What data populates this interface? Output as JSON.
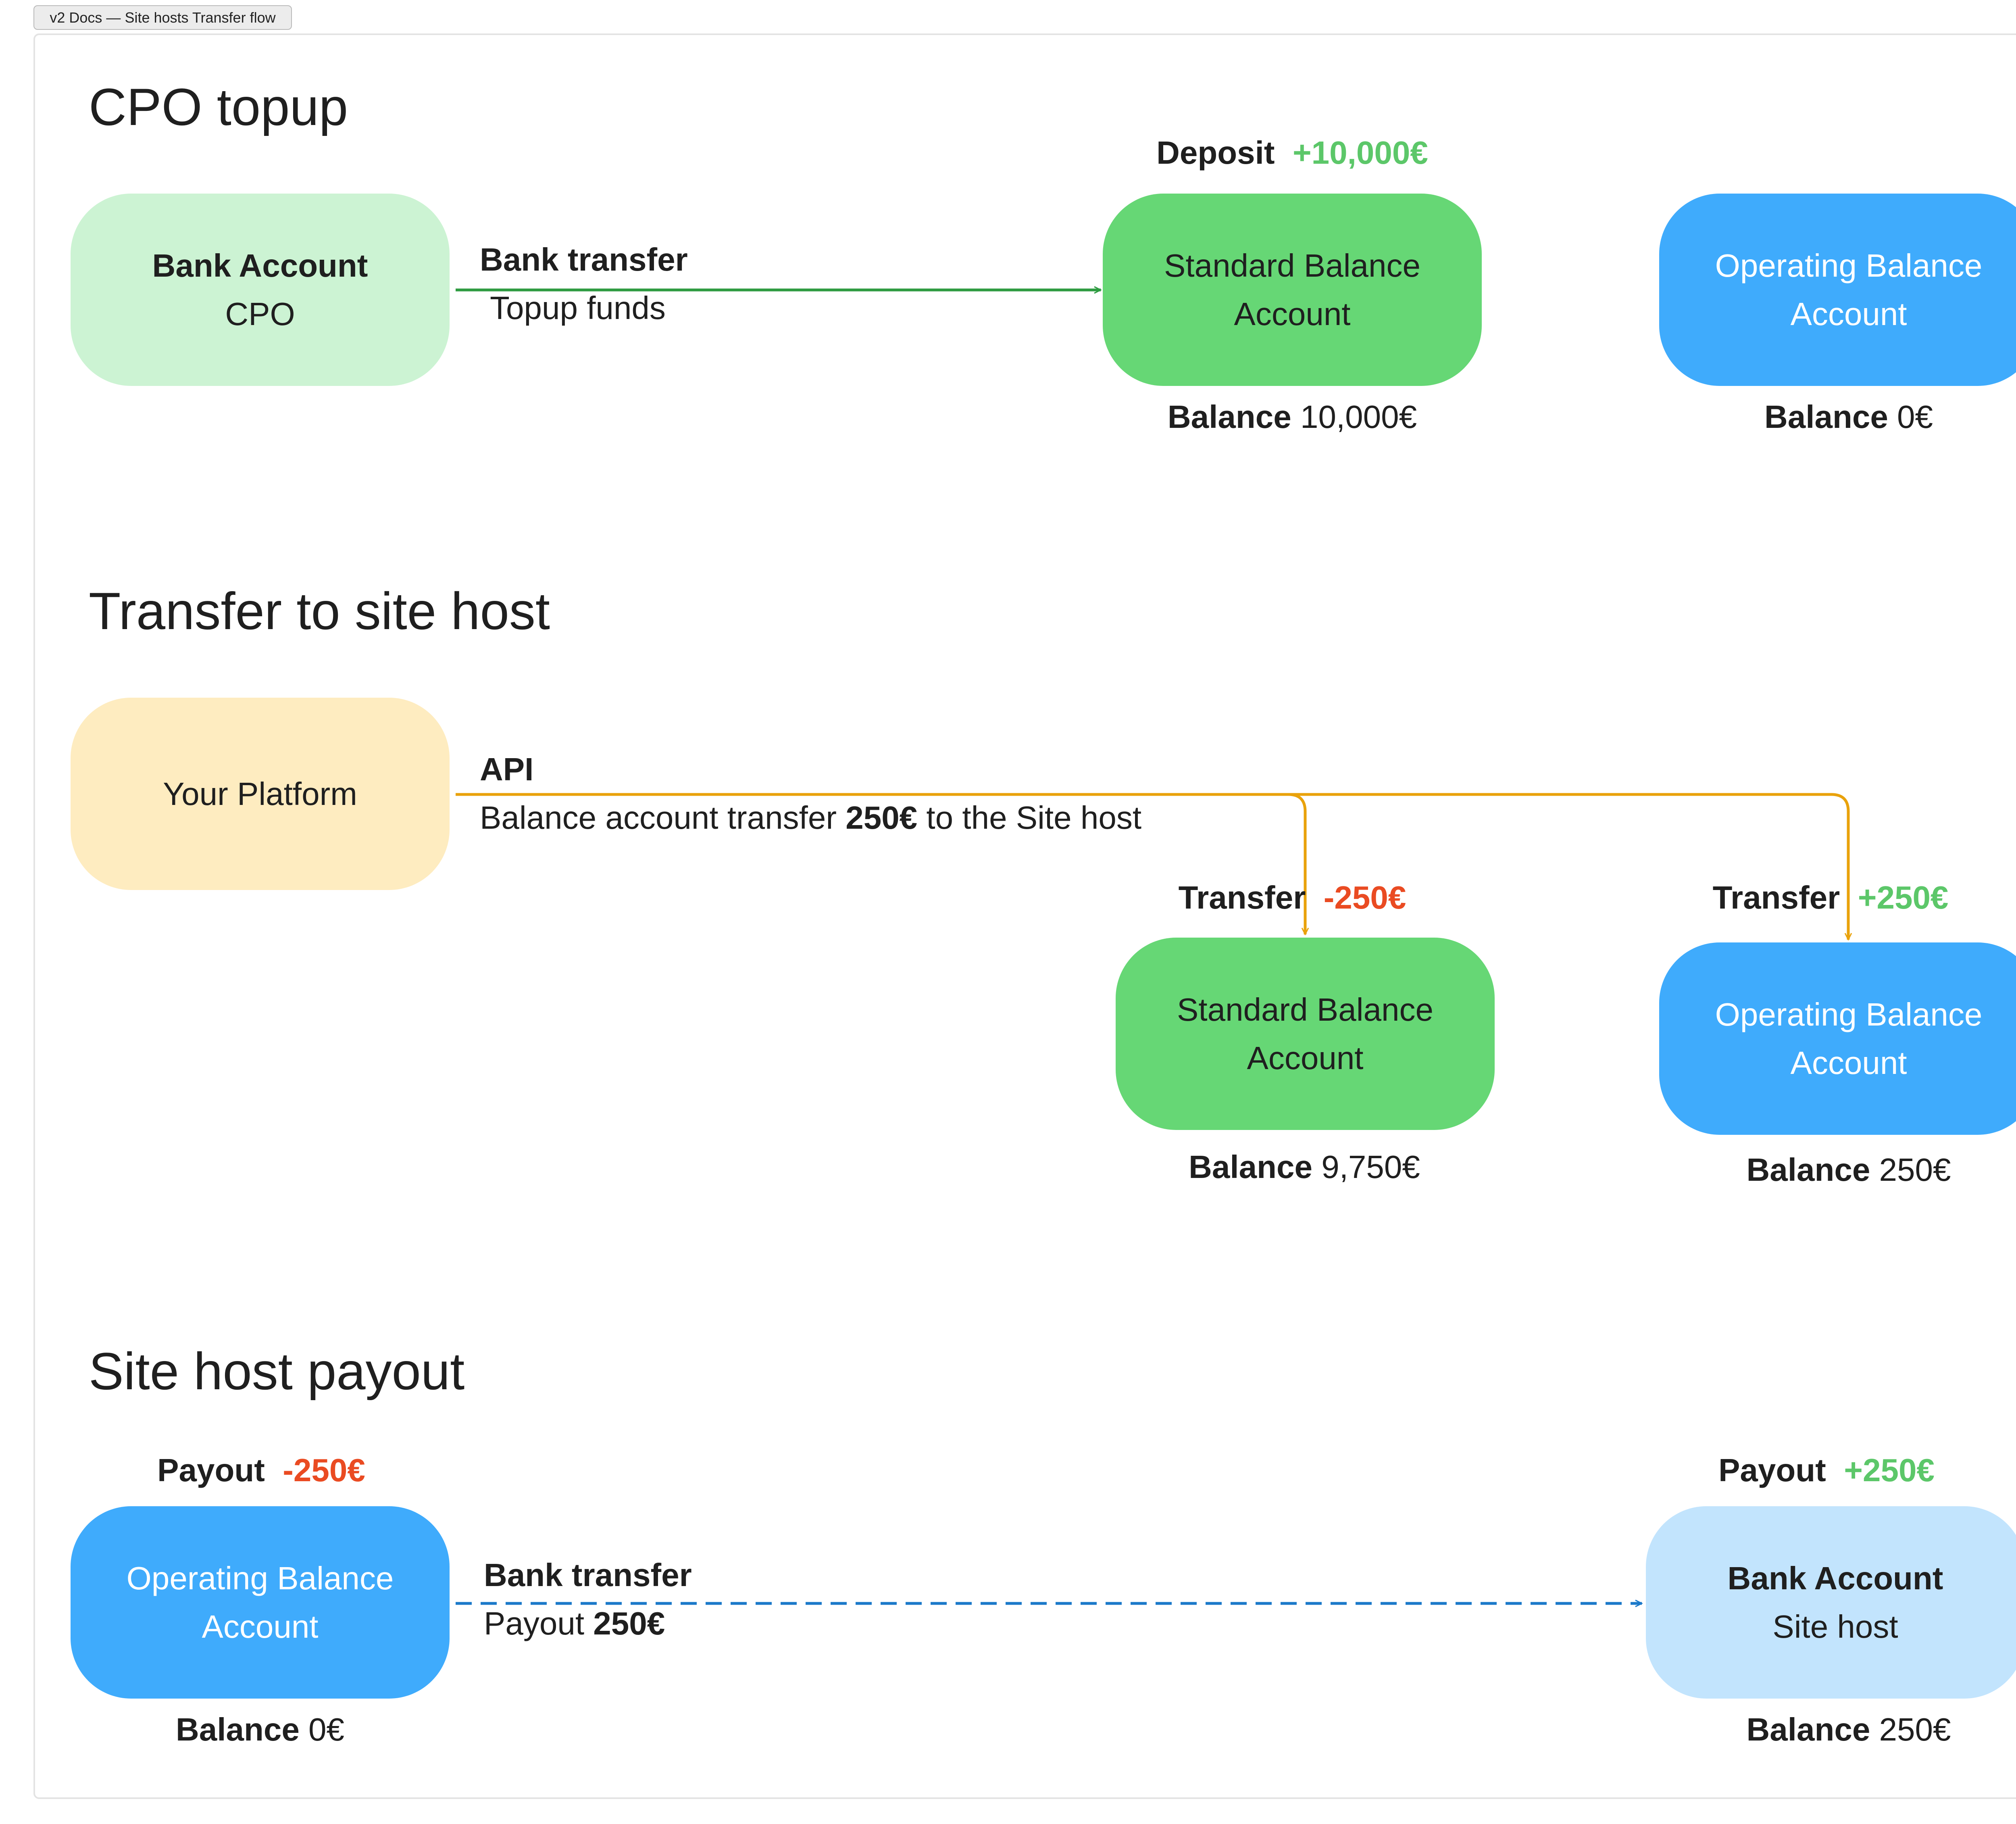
{
  "tab": "v2 Docs — Site hosts Transfer flow",
  "colors": {
    "light_green": "#ccf3d3",
    "green": "#66d775",
    "blue": "#3fabfc",
    "light_blue": "#c2e4fd",
    "yellow": "#feecc0",
    "arrow_green": "#2e9b41",
    "arrow_orange": "#e9a20b",
    "arrow_blue": "#1b79c9",
    "negative": "#ea4b22",
    "positive": "#5cc769"
  },
  "sections": {
    "topup": {
      "title": "CPO topup",
      "bank": {
        "title": "Bank Account",
        "subtitle": "CPO"
      },
      "edge": {
        "title": "Bank transfer",
        "subtitle": "Topup funds"
      },
      "standard": {
        "line1": "Standard Balance",
        "line2": "Account",
        "event_label": "Deposit",
        "event_amount": "+10,000€",
        "balance_label": "Balance",
        "balance_value": "10,000€"
      },
      "operating": {
        "line1": "Operating Balance",
        "line2": "Account",
        "balance_label": "Balance",
        "balance_value": "0€"
      }
    },
    "transfer": {
      "title": "Transfer to site host",
      "platform": {
        "label": "Your Platform"
      },
      "edge": {
        "title": "API",
        "text_prefix": "Balance account transfer",
        "amount": "250€",
        "text_suffix": "to the Site host"
      },
      "standard": {
        "line1": "Standard Balance",
        "line2": "Account",
        "event_label": "Transfer",
        "event_amount": "-250€",
        "balance_label": "Balance",
        "balance_value": "9,750€"
      },
      "operating": {
        "line1": "Operating Balance",
        "line2": "Account",
        "event_label": "Transfer",
        "event_amount": "+250€",
        "balance_label": "Balance",
        "balance_value": "250€"
      }
    },
    "payout": {
      "title": "Site host payout",
      "operating": {
        "line1": "Operating Balance",
        "line2": "Account",
        "event_label": "Payout",
        "event_amount": "-250€",
        "balance_label": "Balance",
        "balance_value": "0€"
      },
      "edge": {
        "title": "Bank transfer",
        "text_prefix": "Payout",
        "amount": "250€"
      },
      "bank": {
        "title": "Bank Account",
        "subtitle": "Site host",
        "event_label": "Payout",
        "event_amount": "+250€",
        "balance_label": "Balance",
        "balance_value": "250€"
      }
    }
  }
}
